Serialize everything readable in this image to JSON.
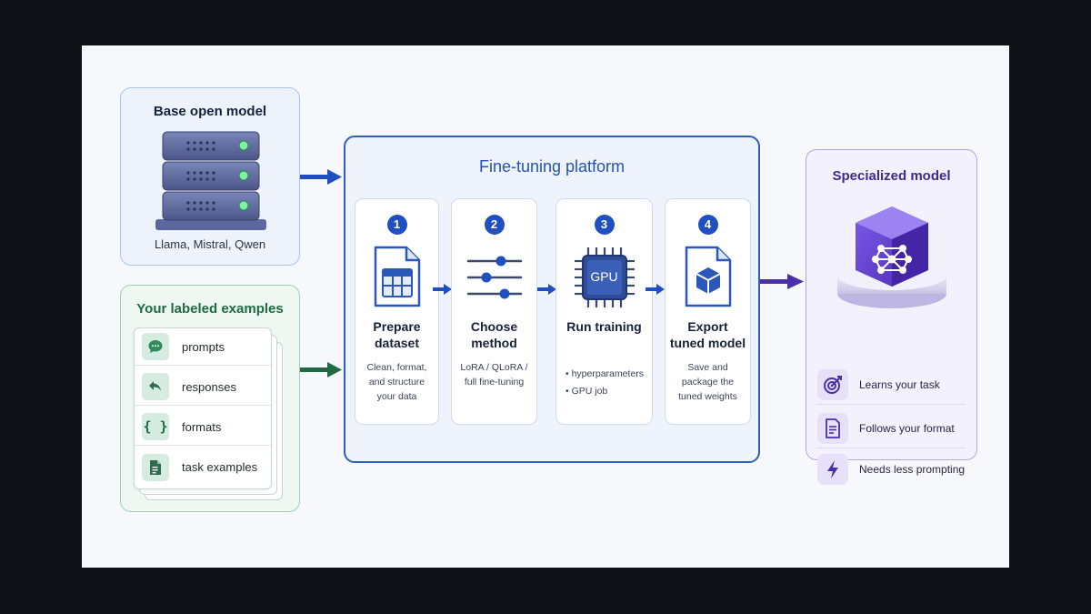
{
  "base_model": {
    "title": "Base open model",
    "subtitle": "Llama, Mistral, Qwen",
    "icon": "server-stack-icon"
  },
  "examples": {
    "title": "Your labeled examples",
    "items": [
      {
        "label": "prompts",
        "icon": "chat-bubble-icon"
      },
      {
        "label": "responses",
        "icon": "reply-arrow-icon"
      },
      {
        "label": "formats",
        "icon": "curly-braces-icon"
      },
      {
        "label": "task examples",
        "icon": "document-list-icon"
      }
    ]
  },
  "platform": {
    "title": "Fine-tuning platform",
    "steps": [
      {
        "number": "1",
        "title": "Prepare dataset",
        "description": "Clean, format, and structure your data",
        "icon": "spreadsheet-file-icon"
      },
      {
        "number": "2",
        "title": "Choose method",
        "description": "LoRA / QLoRA / full fine-tuning",
        "icon": "sliders-icon"
      },
      {
        "number": "3",
        "title": "Run training",
        "bullets": [
          "hyperparameters",
          "GPU job"
        ],
        "icon": "gpu-chip-icon",
        "icon_text": "GPU"
      },
      {
        "number": "4",
        "title": "Export tuned model",
        "description": "Save and package the tuned weights",
        "icon": "package-file-icon"
      }
    ]
  },
  "specialized": {
    "title": "Specialized model",
    "icon": "network-cube-icon",
    "benefits": [
      {
        "label": "Learns your task",
        "icon": "target-icon"
      },
      {
        "label": "Follows your format",
        "icon": "document-icon"
      },
      {
        "label": "Needs less prompting",
        "icon": "lightning-icon"
      }
    ]
  },
  "colors": {
    "blue_accent": "#1f4fc0",
    "green_accent": "#1f6a45",
    "purple_accent": "#4b2fa8"
  }
}
